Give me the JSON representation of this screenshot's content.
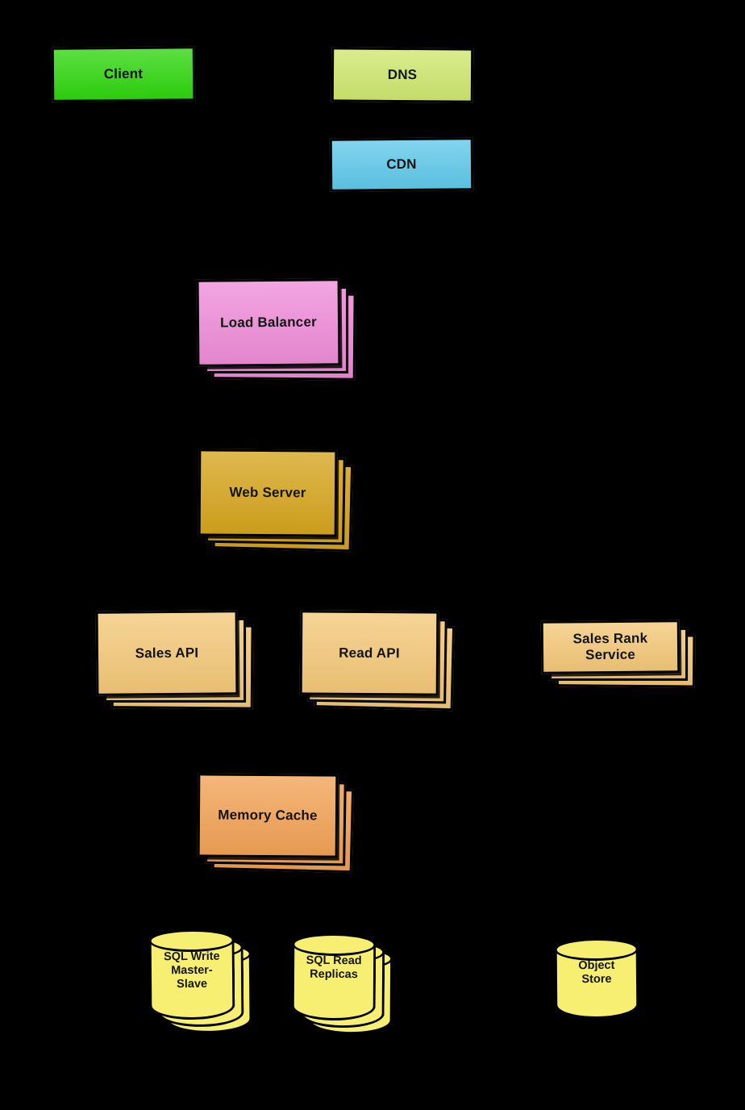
{
  "diagram": {
    "background": "#000000",
    "palette": {
      "client_green": "#2fd60e",
      "dns_lime": "#cfe76e",
      "cdn_blue": "#5fc9ea",
      "load_balancer_pink": "#ef8cd9",
      "web_server_gold": "#d6a51d",
      "api_tan": "#f4c878",
      "memory_cache_orange": "#f2a255",
      "database_yellow": "#f6ef72",
      "border_black": "#000000"
    },
    "nodes": [
      {
        "id": "client",
        "label": "Client",
        "shape": "rect",
        "stack": 1,
        "color": "#2fd60e"
      },
      {
        "id": "dns",
        "label": "DNS",
        "shape": "rect",
        "stack": 1,
        "color": "#cfe76e"
      },
      {
        "id": "cdn",
        "label": "CDN",
        "shape": "rect",
        "stack": 1,
        "color": "#5fc9ea"
      },
      {
        "id": "load-balancer",
        "label": "Load Balancer",
        "shape": "rect",
        "stack": 3,
        "color": "#ef8cd9"
      },
      {
        "id": "web-server",
        "label": "Web Server",
        "shape": "rect",
        "stack": 3,
        "color": "#d6a51d"
      },
      {
        "id": "sales-api",
        "label": "Sales API",
        "shape": "rect",
        "stack": 3,
        "color": "#f4c878"
      },
      {
        "id": "read-api",
        "label": "Read API",
        "shape": "rect",
        "stack": 3,
        "color": "#f4c878"
      },
      {
        "id": "sales-rank-service",
        "label": "Sales Rank Service",
        "shape": "rect",
        "stack": 3,
        "color": "#f4c878"
      },
      {
        "id": "memory-cache",
        "label": "Memory Cache",
        "shape": "rect",
        "stack": 3,
        "color": "#f2a255"
      },
      {
        "id": "sql-write-master-slave",
        "label": "SQL Write Master-Slave",
        "shape": "cylinder",
        "stack": 3,
        "color": "#f6ef72"
      },
      {
        "id": "sql-read-replicas",
        "label": "SQL Read Replicas",
        "shape": "cylinder",
        "stack": 3,
        "color": "#f6ef72"
      },
      {
        "id": "object-store",
        "label": "Object Store",
        "shape": "cylinder",
        "stack": 1,
        "color": "#f6ef72"
      }
    ]
  }
}
